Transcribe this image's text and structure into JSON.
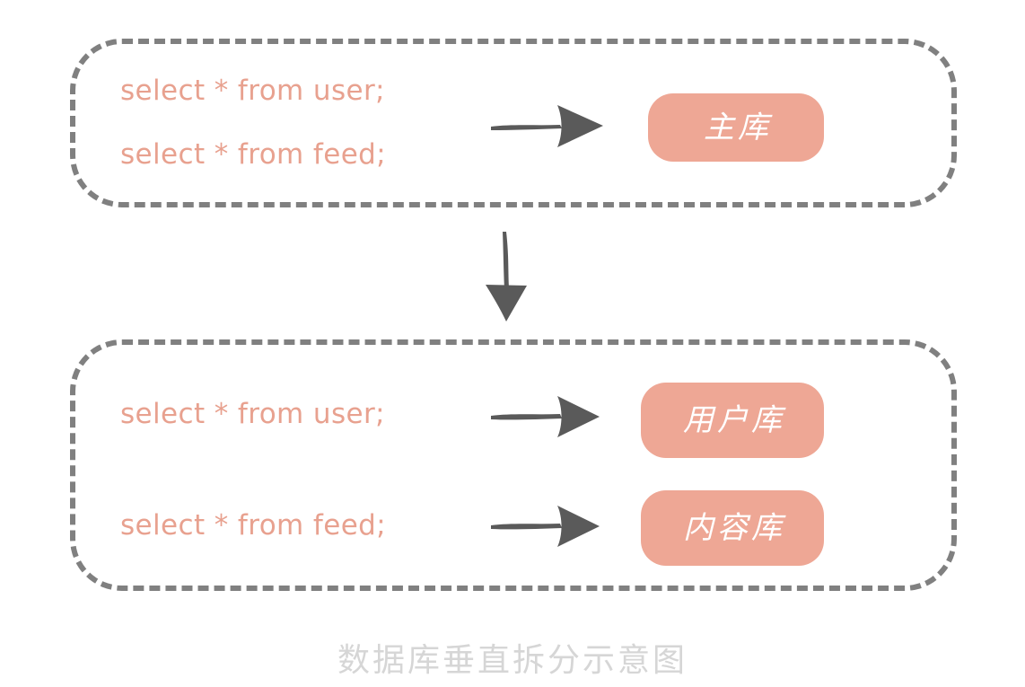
{
  "diagram": {
    "caption": "数据库垂直拆分示意图",
    "colors": {
      "sql_text": "#e8a18f",
      "db_box_fill": "#eea795",
      "db_label": "#ffffff",
      "dashed_border": "#808080",
      "arrow": "#555555",
      "caption": "#d6d6d6",
      "background": "#ffffff"
    },
    "groups": [
      {
        "id": "before",
        "name": "single-database-group",
        "statements": [
          {
            "text": "select * from user;",
            "id": "sql-top-1"
          },
          {
            "text": "select * from feed;",
            "id": "sql-top-2"
          }
        ],
        "databases": [
          {
            "label": "主库",
            "id": "db-main"
          }
        ],
        "arrows": [
          {
            "name": "arrow-to-main-db",
            "direction": "right"
          }
        ]
      },
      {
        "id": "after",
        "name": "split-database-group",
        "statements": [
          {
            "text": "select * from user;",
            "id": "sql-bot-1"
          },
          {
            "text": "select * from feed;",
            "id": "sql-bot-2"
          }
        ],
        "databases": [
          {
            "label": "用户库",
            "id": "db-user"
          },
          {
            "label": "内容库",
            "id": "db-content"
          }
        ],
        "arrows": [
          {
            "name": "arrow-to-user-db",
            "direction": "right"
          },
          {
            "name": "arrow-to-content-db",
            "direction": "right"
          }
        ]
      }
    ],
    "transition_arrow": {
      "name": "vertical-split-arrow",
      "direction": "down"
    }
  }
}
